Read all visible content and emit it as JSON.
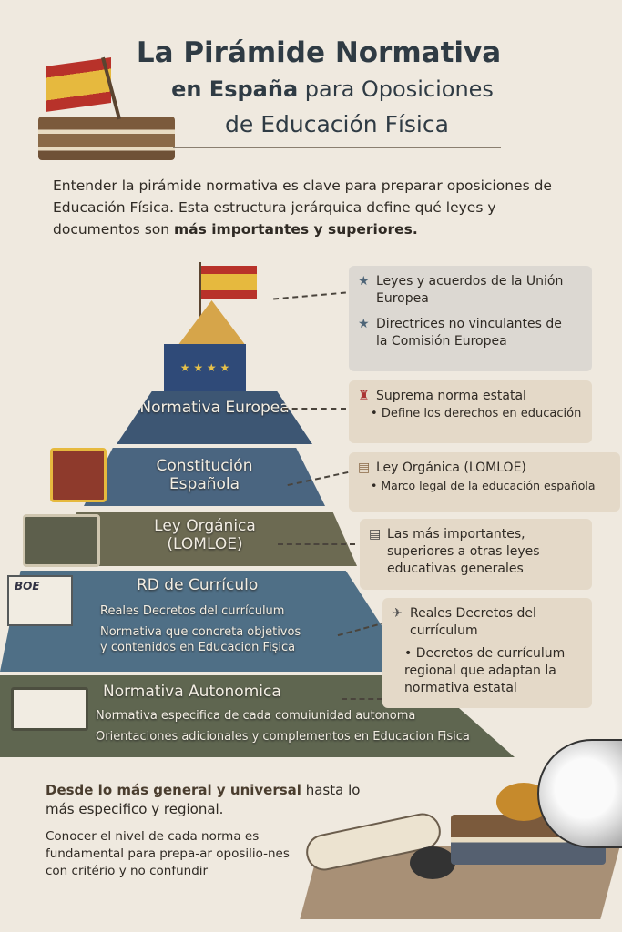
{
  "header": {
    "title_line1": "La Pirámide Normativa",
    "title_line2_bold": "en España",
    "title_line2_rest": " para Oposiciones",
    "title_line3": "de Educación Física"
  },
  "intro": {
    "text": "Entender la pirámide normativa es clave para preparar oposiciones de Educación Física. Esta estructura jerárquica define qué leyes y documentos son ",
    "bold": "más importantes y superiores."
  },
  "pyramid": [
    {
      "label": "Normativa Europea",
      "color": "#3d5673"
    },
    {
      "label": "Constitución Española",
      "color": "#4a6580"
    },
    {
      "label": "Ley Orgánica (LOMLOE)",
      "color": "#6c6a52"
    },
    {
      "label": "RD de Currículo",
      "color": "#4f6f86",
      "bullets": [
        "Reales Decretos del currículum",
        "Normativa que concreta objetivos y contenidos en Educacion Fişica"
      ],
      "icon_text": "BOE"
    },
    {
      "label": "Normativa Autonomica",
      "color": "#5f6650",
      "bullets": [
        "Normativa especifica de cada comuiunidad autonoma",
        "Orientaciones adicionales y complementos en Educacion Fisica"
      ]
    }
  ],
  "boxes": [
    {
      "items": [
        "Leyes y acuerdos de la Unión Europea",
        "Directrices no vinculantes de la Comisión Europea"
      ]
    },
    {
      "title": "Suprema norma estatal",
      "bullet": "Define los derechos en educación"
    },
    {
      "title": "Ley Orgánica (LOMLOE)",
      "bullet": "Marco legal de la educación española"
    },
    {
      "title": "Las más importantes, superiores a otras leyes educativas generales"
    },
    {
      "title": "Reales Decretos del currículum",
      "bullet": "Decretos de currículum regional que adaptan la normativa estatal"
    }
  ],
  "footer": {
    "line1_bold": "Desde lo más general y universal",
    "line1_rest": " hasta lo más especifico y regional.",
    "line2": "Conocer el nivel de cada norma es fundamental para prepa-ar oposilio-nes con critério y no confundir"
  }
}
